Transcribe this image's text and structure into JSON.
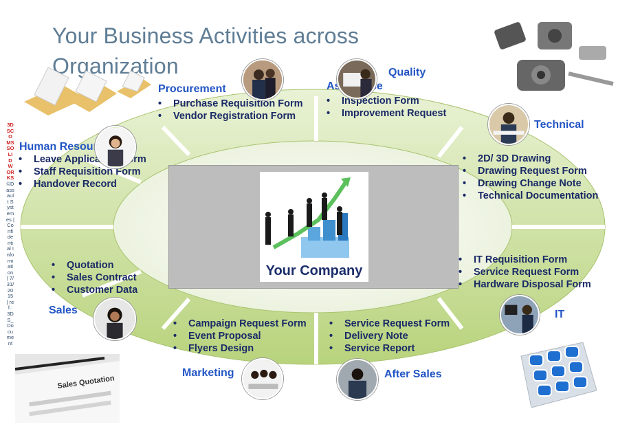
{
  "title": "Your Business Activities across Organization",
  "sidebar_text_red": "3DSCOMSSOLIDWORKS",
  "sidebar_text_blue": "©Dassault Systemes | Confidential Information | 7/31/2015 | ref.: 3DS_Document",
  "center": {
    "label": "Your Company"
  },
  "departments": {
    "procurement": {
      "label": "Procurement",
      "items": [
        "Purchase Requisition Form",
        "Vendor Registration Form"
      ]
    },
    "quality": {
      "label_line1": "Quality",
      "label_line2": "Assurance",
      "items": [
        "Inspection Form",
        "Improvement Request"
      ]
    },
    "technical": {
      "label": "Technical",
      "items": [
        "2D/ 3D Drawing",
        "Drawing Request Form",
        "Drawing Change Note",
        "Technical Documentation"
      ]
    },
    "hr": {
      "label": "Human Resource",
      "items": [
        "Leave Application Form",
        "Staff Requisition Form",
        "Handover Record"
      ]
    },
    "sales": {
      "label": "Sales",
      "items": [
        "Quotation",
        "Sales Contract",
        "Customer Data"
      ]
    },
    "it": {
      "label": "IT",
      "items": [
        "IT Requisition Form",
        "Service Request Form",
        "Hardware Disposal Form"
      ]
    },
    "marketing": {
      "label": "Marketing",
      "items": [
        "Campaign Request Form",
        "Event Proposal",
        "Flyers Design"
      ]
    },
    "after_sales": {
      "label": "After Sales",
      "items": [
        "Service Request Form",
        "Delivery Note",
        "Service Report"
      ]
    }
  },
  "decor": {
    "folders": "folders-icon",
    "machine": "machine-parts-icon",
    "quotation_doc": "sales-quotation-document",
    "it_keyboard": "it-icons-keyboard",
    "quotation_doc_text": "Sales Quotation"
  },
  "colors": {
    "ring_green": "#c7dd98",
    "ring_light": "#e9f2d5",
    "title": "#5f7d95",
    "dept_label": "#2255c4",
    "item_text": "#1a2a66"
  }
}
